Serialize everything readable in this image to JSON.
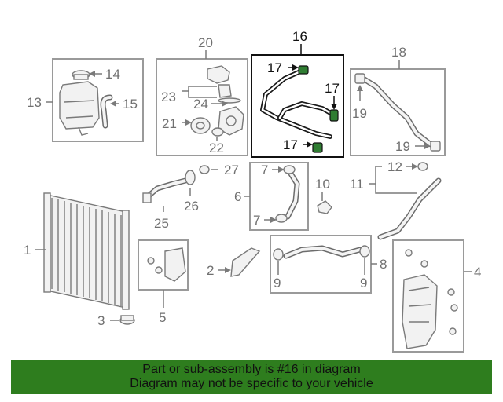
{
  "callouts": {
    "c1": "1",
    "c2": "2",
    "c3": "3",
    "c4": "4",
    "c5": "5",
    "c6": "6",
    "c7a": "7",
    "c7b": "7",
    "c8": "8",
    "c9a": "9",
    "c9b": "9",
    "c10": "10",
    "c11": "11",
    "c12": "12",
    "c13": "13",
    "c14": "14",
    "c15": "15",
    "c16": "16",
    "c17a": "17",
    "c17b": "17",
    "c17c": "17",
    "c18": "18",
    "c19a": "19",
    "c19b": "19",
    "c20": "20",
    "c21": "21",
    "c22": "22",
    "c23": "23",
    "c24": "24",
    "c25": "25",
    "c26": "26",
    "c27": "27"
  },
  "banner": {
    "line1": "Part or sub-assembly is #16 in diagram",
    "line2": "Diagram may not be specific to your vehicle"
  },
  "colors": {
    "banner_bg": "#2e7d1e",
    "highlight": "#111111",
    "part_line": "#7a7a7a",
    "clamp": "#2f7d32"
  }
}
